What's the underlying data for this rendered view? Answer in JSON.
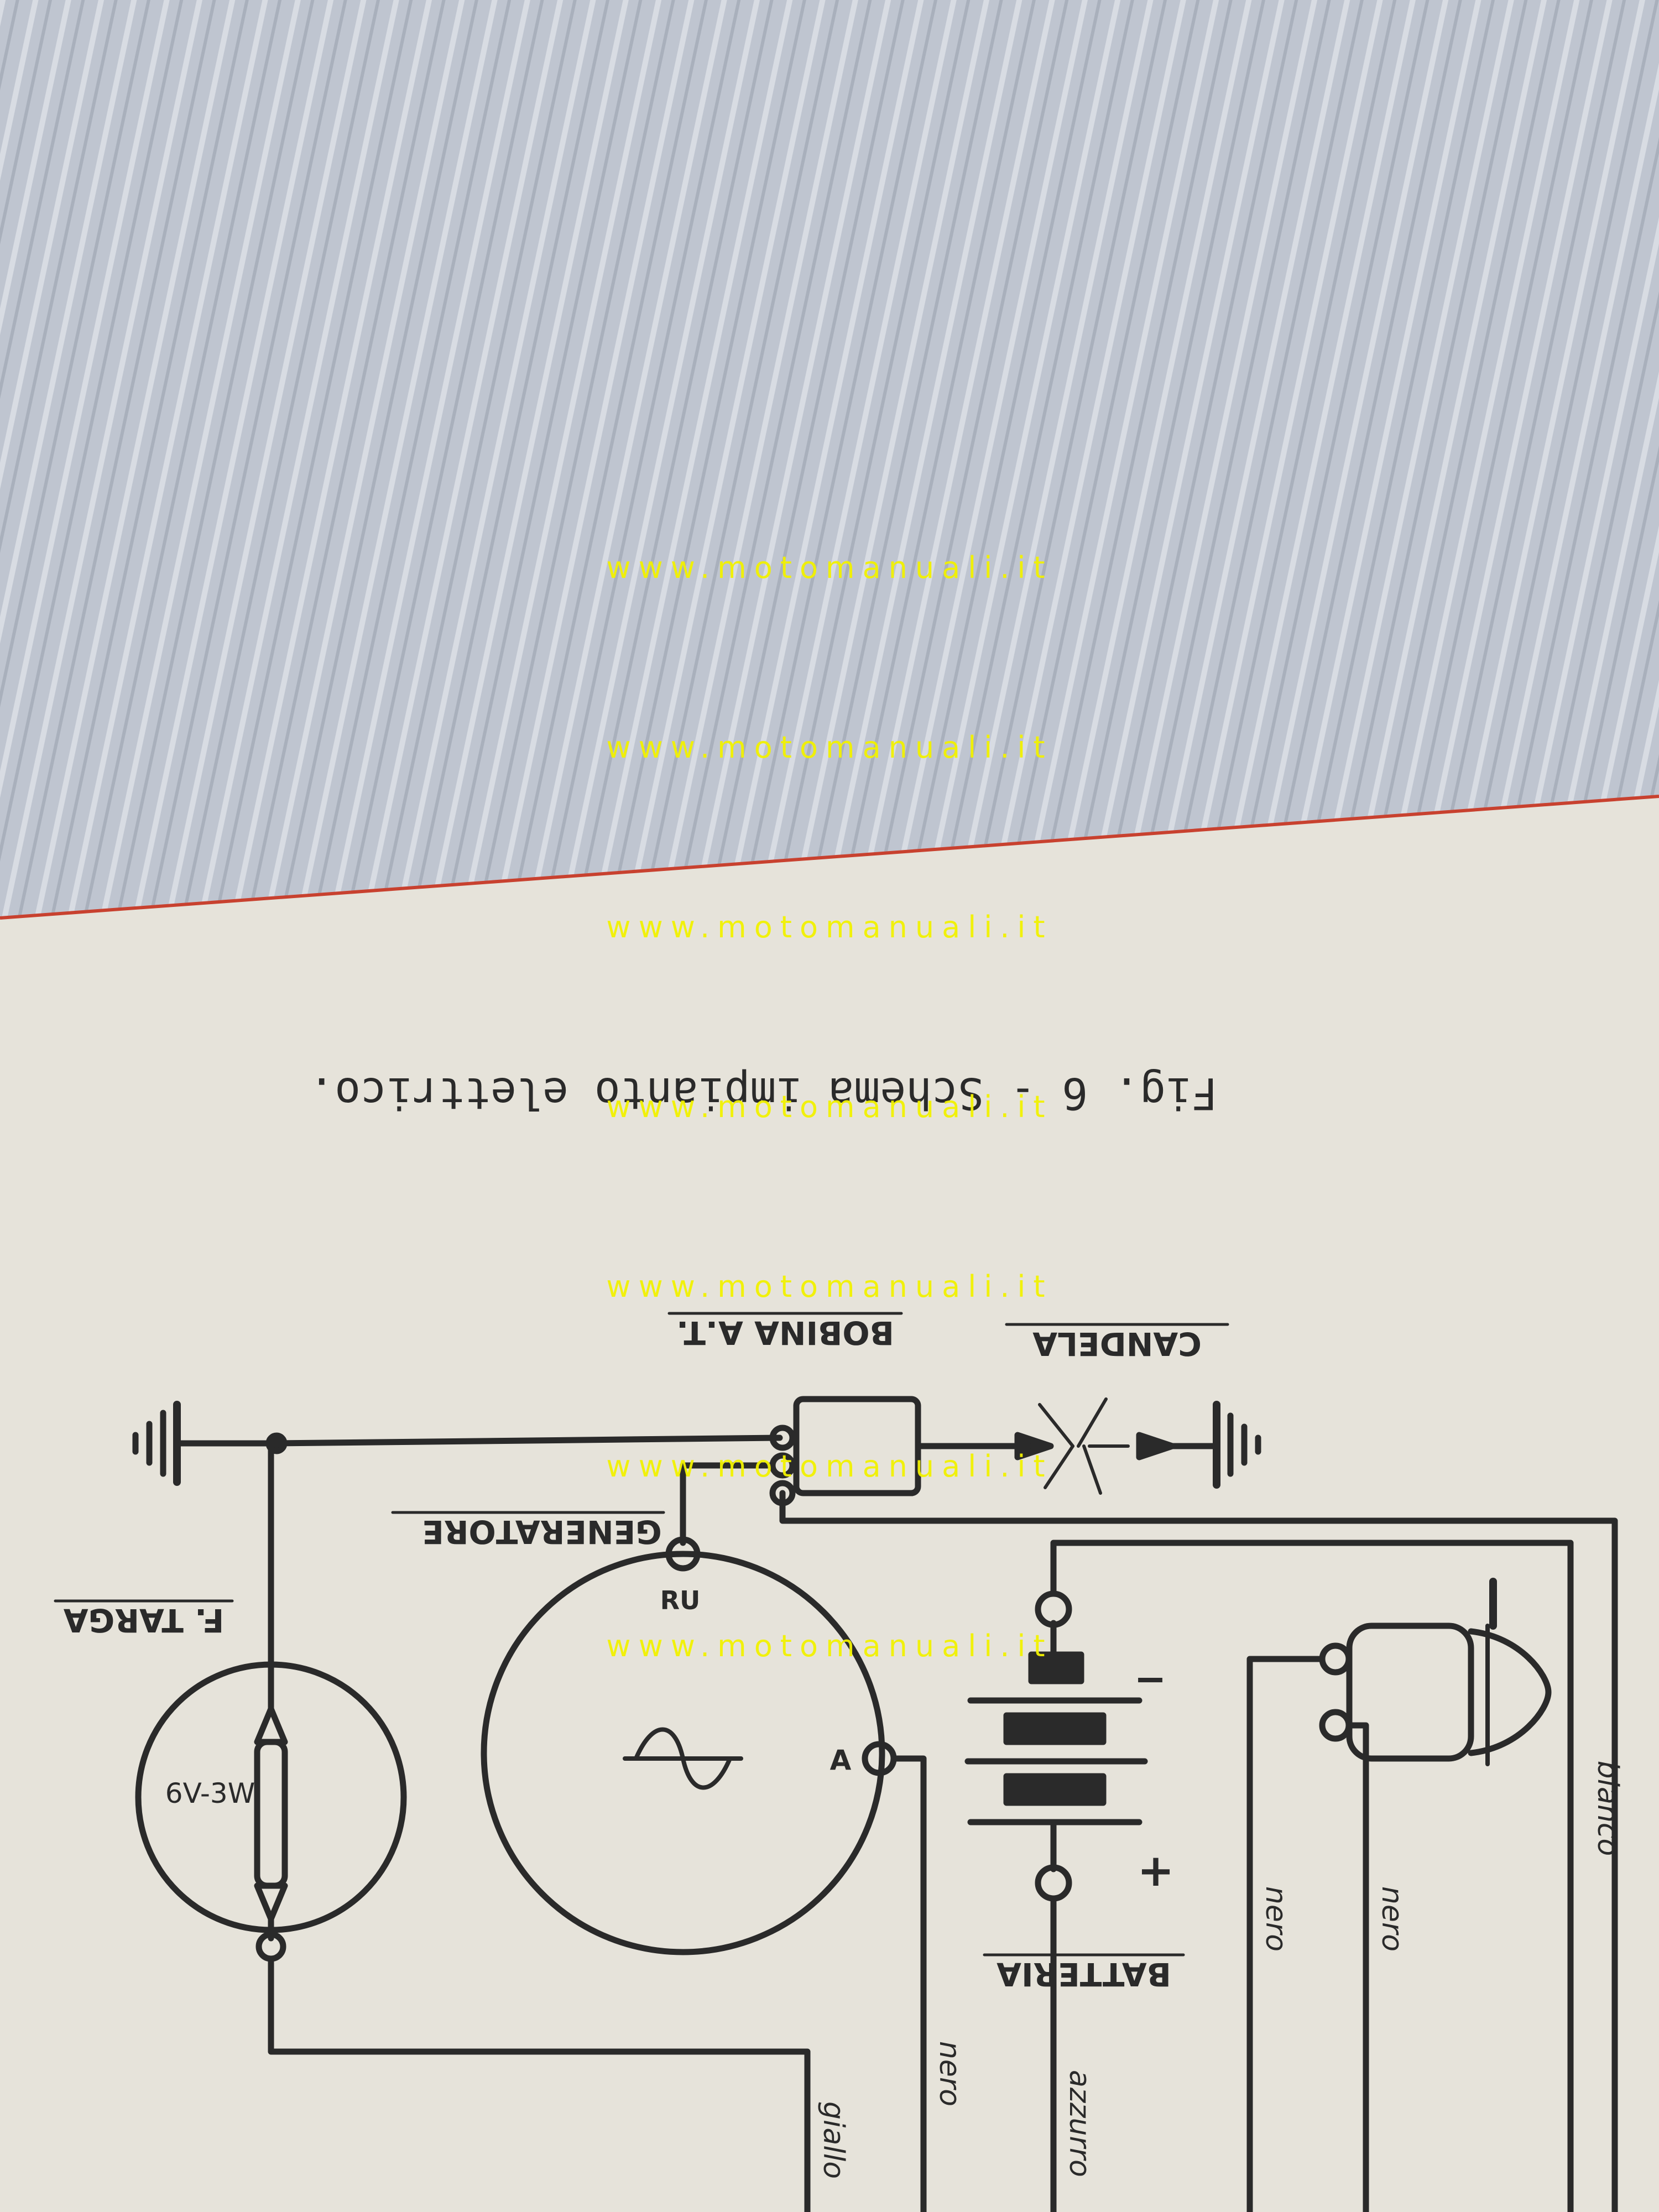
{
  "caption": "Fig. 6 - Schema impianto elettrico.",
  "components": {
    "bobina": "BOBINA A.T.",
    "candela": "CANDELA",
    "generatore": "GENERATORE",
    "targa": "F. TARGA",
    "bulb_rating": "6V-3W",
    "batteria": "BATTERIA",
    "terminal_ru": "RU",
    "terminal_a": "A",
    "battery_minus": "−",
    "battery_plus": "+"
  },
  "wire_labels": {
    "giallo": "giallo",
    "nero_1": "nero",
    "azzurro": "azzurro",
    "nero_2": "nero",
    "nero_3": "nero",
    "bianco": "bianco"
  },
  "watermarks": [
    "www.motomanuali.it",
    "www.motomanuali.it",
    "www.motomanuali.it",
    "www.motomanuali.it",
    "www.motomanuali.it",
    "www.motomanuali.it",
    "www.motomanuali.it"
  ],
  "colors": {
    "paper": "#e6e3da",
    "board": "#b8bfca",
    "ink": "#2a2a2a",
    "watermark": "#f2f200",
    "edge": "#c8412f"
  }
}
